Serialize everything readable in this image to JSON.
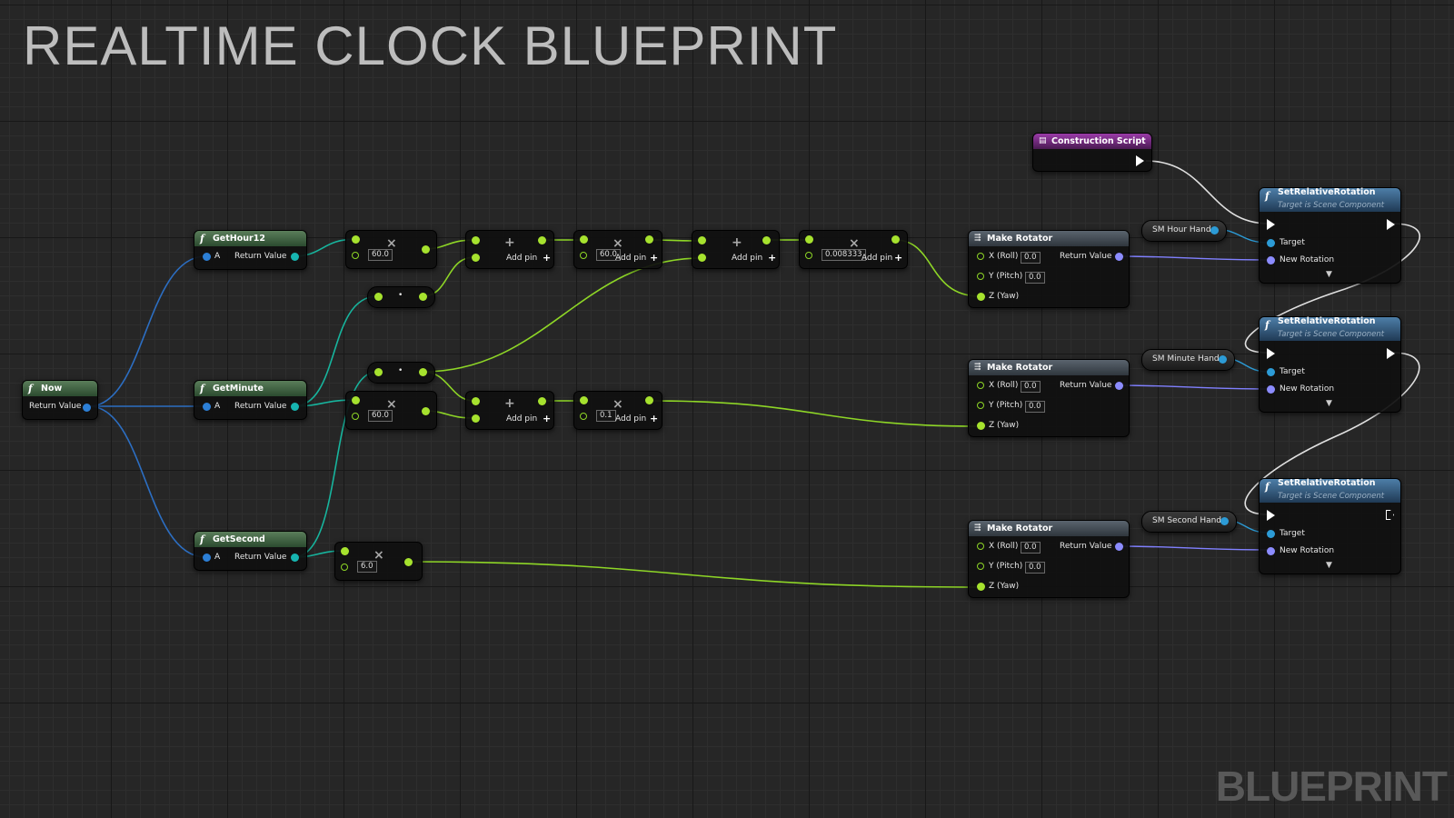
{
  "title": "REALTIME CLOCK BLUEPRINT",
  "watermark": "BLUEPRINT",
  "nodes": {
    "now": {
      "title": "Now",
      "out": "Return Value"
    },
    "hour": {
      "title": "GetHour12",
      "in": "A",
      "out": "Return Value"
    },
    "minute": {
      "title": "GetMinute",
      "in": "A",
      "out": "Return Value"
    },
    "second": {
      "title": "GetSecond",
      "in": "A",
      "out": "Return Value"
    },
    "mulA": {
      "op": "×",
      "value": "60.0"
    },
    "addA": {
      "op": "+",
      "addpin": "Add pin"
    },
    "mulB": {
      "op": "×",
      "value": "60.0",
      "addpin": "Add pin"
    },
    "addB": {
      "op": "+",
      "addpin": "Add pin"
    },
    "mulC": {
      "op": "×",
      "value": "0.008333",
      "addpin": "Add pin"
    },
    "rerouteA": {
      "glyph": "•"
    },
    "rerouteB": {
      "glyph": "•"
    },
    "mulD": {
      "op": "×",
      "value": "60.0"
    },
    "addC": {
      "op": "+",
      "addpin": "Add pin"
    },
    "mulE": {
      "op": "×",
      "value": "0.1",
      "addpin": "Add pin"
    },
    "mulF": {
      "op": "×",
      "value": "6.0"
    },
    "rot1": {
      "title": "Make Rotator",
      "x": "X (Roll)",
      "y": "Y (Pitch)",
      "z": "Z (Yaw)",
      "xv": "0.0",
      "yv": "0.0",
      "out": "Return Value"
    },
    "rot2": {
      "title": "Make Rotator",
      "x": "X (Roll)",
      "y": "Y (Pitch)",
      "z": "Z (Yaw)",
      "xv": "0.0",
      "yv": "0.0",
      "out": "Return Value"
    },
    "rot3": {
      "title": "Make Rotator",
      "x": "X (Roll)",
      "y": "Y (Pitch)",
      "z": "Z (Yaw)",
      "xv": "0.0",
      "yv": "0.0",
      "out": "Return Value"
    },
    "construction": {
      "title": "Construction Script"
    },
    "var1": {
      "label": "SM Hour Hand"
    },
    "var2": {
      "label": "SM Minute Hand"
    },
    "var3": {
      "label": "SM Second Hand"
    },
    "set1": {
      "title": "SetRelativeRotation",
      "subtitle": "Target is Scene Component",
      "target": "Target",
      "newrot": "New Rotation",
      "expand": "▼"
    },
    "set2": {
      "title": "SetRelativeRotation",
      "subtitle": "Target is Scene Component",
      "target": "Target",
      "newrot": "New Rotation",
      "expand": "▼"
    },
    "set3": {
      "title": "SetRelativeRotation",
      "subtitle": "Target is Scene Component",
      "target": "Target",
      "newrot": "New Rotation",
      "expand": "▼"
    }
  },
  "colors": {
    "wire_float": "#8ed626",
    "wire_struct": "#2c6ec2",
    "wire_int": "#17b59e",
    "wire_object": "#2c9bd6",
    "wire_rotator": "#8080ff",
    "wire_exec": "#e0e0e0"
  }
}
